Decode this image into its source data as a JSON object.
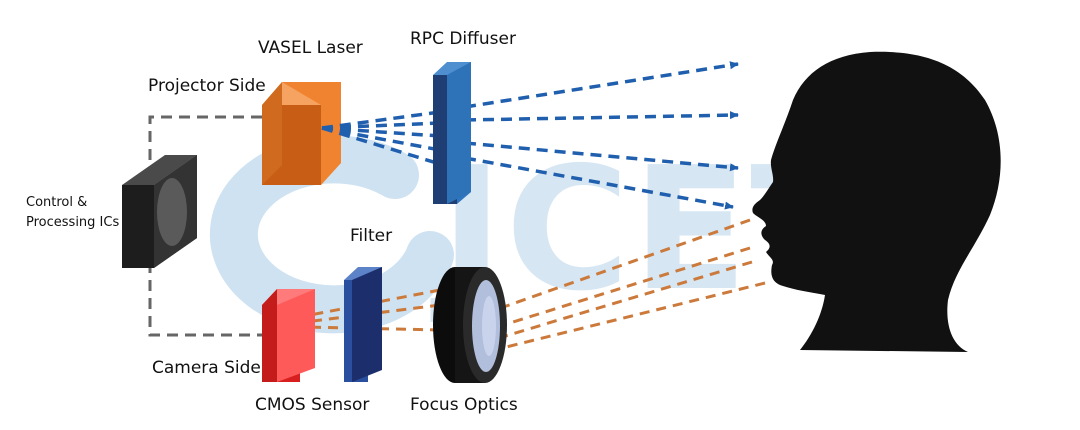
{
  "labels": {
    "vcsel": "VASEL Laser",
    "diffuser": "RPC Diffuser",
    "projector_side": "Projector Side",
    "control_line1": "Control &",
    "control_line2": "Processing  ICs",
    "filter": "Filter",
    "camera_side": "Camera Side",
    "cmos": "CMOS Sensor",
    "optics": "Focus Optics"
  },
  "watermark": {
    "text": "JCET",
    "color": "#cfe2f1"
  },
  "colors": {
    "projection_rays": "#1f5fae",
    "reflection_rays": "#cc7a3c",
    "laser": "#ee8030",
    "diffuser": "#2e72b8",
    "filter": "#2a4f9e",
    "sensor": "#e83030",
    "head": "#111111",
    "connector": "#666666"
  },
  "components": {
    "laser_icon": "vcsel-laser-cube",
    "diffuser_icon": "diffuser-plate",
    "ic_icon": "processing-chip",
    "filter_icon": "filter-plate",
    "sensor_icon": "cmos-sensor-cube",
    "optics_icon": "lens-barrel",
    "head_icon": "human-head-silhouette"
  }
}
